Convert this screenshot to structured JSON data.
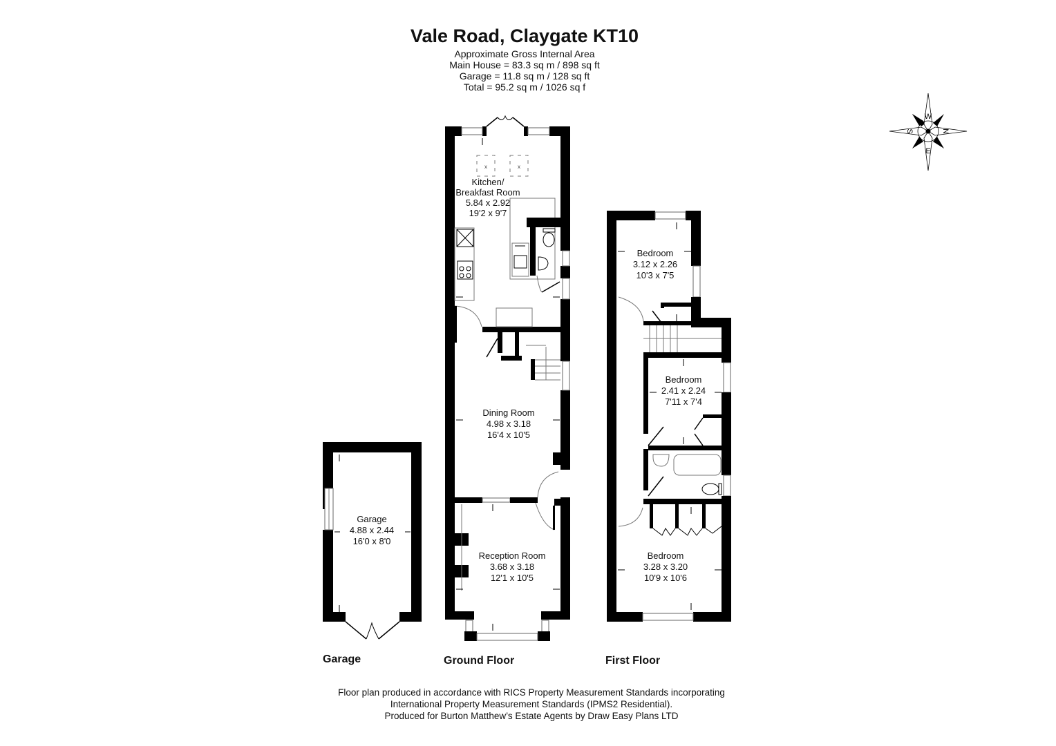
{
  "header": {
    "title": "Vale Road, Claygate KT10",
    "area_heading": "Approximate Gross Internal Area",
    "main_house": "Main House = 83.3 sq m / 898 sq ft",
    "garage": "Garage = 11.8 sq m / 128 sq ft",
    "total": "Total = 95.2 sq m / 1026 sq f"
  },
  "compass": {
    "top": "W",
    "right": "N",
    "bottom": "E",
    "left": "S"
  },
  "floors": {
    "garage": {
      "label": "Garage",
      "rooms": [
        {
          "name": "Garage",
          "metric": "4.88 x 2.44",
          "imperial": "16'0 x 8'0"
        }
      ]
    },
    "ground": {
      "label": "Ground Floor",
      "rooms": [
        {
          "name": "Kitchen/",
          "name2": "Breakfast Room",
          "metric": "5.84 x 2.92",
          "imperial": "19'2 x 9'7"
        },
        {
          "name": "Dining Room",
          "metric": "4.98 x 3.18",
          "imperial": "16'4 x 10'5"
        },
        {
          "name": "Reception Room",
          "metric": "3.68 x 3.18",
          "imperial": "12'1 x 10'5"
        }
      ]
    },
    "first": {
      "label": "First Floor",
      "rooms": [
        {
          "name": "Bedroom",
          "metric": "3.12 x 2.26",
          "imperial": "10'3 x 7'5"
        },
        {
          "name": "Bedroom",
          "metric": "2.41 x 2.24",
          "imperial": "7'11 x 7'4"
        },
        {
          "name": "Bedroom",
          "metric": "3.28 x 3.20",
          "imperial": "10'9 x 10'6"
        }
      ]
    }
  },
  "footer": {
    "line1": "Floor plan produced in accordance with RICS Property Measurement Standards incorporating",
    "line2": "International Property Measurement Standards (IPMS2 Residential).",
    "line3": "Produced for Burton Matthew’s Estate Agents by Draw Easy Plans LTD"
  }
}
